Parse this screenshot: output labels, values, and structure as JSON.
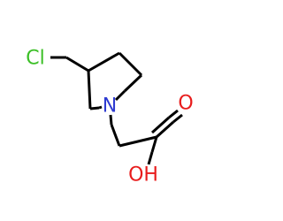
{
  "molecule": {
    "atoms": {
      "chlorine": {
        "label": "Cl",
        "color": "#3bbf26"
      },
      "nitrogen": {
        "label": "N",
        "color": "#2f3bd1"
      },
      "hydroxyl": {
        "label": "OH",
        "color": "#e81c1c"
      },
      "carbonyl_oxygen": {
        "label": "O",
        "color": "#e81c1c"
      }
    }
  }
}
